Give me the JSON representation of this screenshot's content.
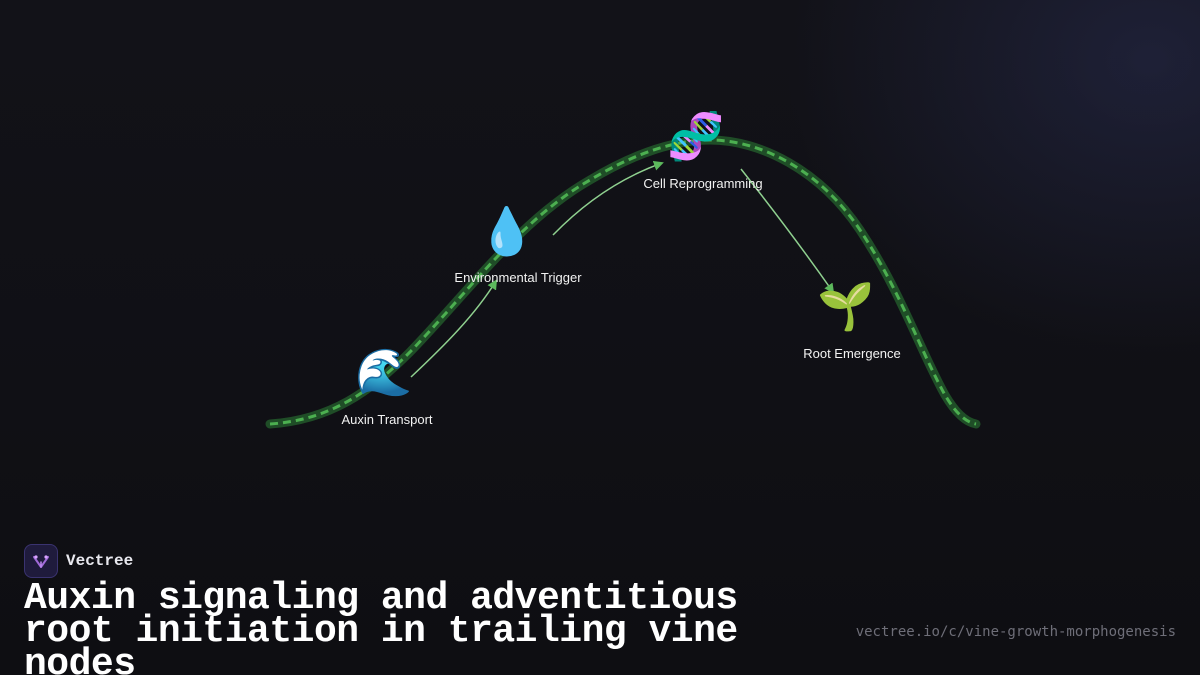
{
  "diagram": {
    "nodes": [
      {
        "id": "auxin",
        "label": "Auxin Transport",
        "icon": "wave-icon",
        "glyph": "🌊"
      },
      {
        "id": "env",
        "label": "Environmental Trigger",
        "icon": "droplet-icon",
        "glyph": "💧"
      },
      {
        "id": "cell",
        "label": "Cell Reprogramming",
        "icon": "dna-icon",
        "glyph": "🧬"
      },
      {
        "id": "root",
        "label": "Root Emergence",
        "icon": "seedling-icon",
        "glyph": "🌱"
      }
    ],
    "colors": {
      "vine_dark": "#1f4d27",
      "vine_dash": "#4caf50",
      "arrow": "#8fd08f",
      "arrow_head": "#5cb85c"
    }
  },
  "footer": {
    "brand": "Vectree",
    "title": "Auxin signaling and adventitious root initiation in trailing vine nodes",
    "url": "vectree.io/c/vine-growth-morphogenesis"
  }
}
